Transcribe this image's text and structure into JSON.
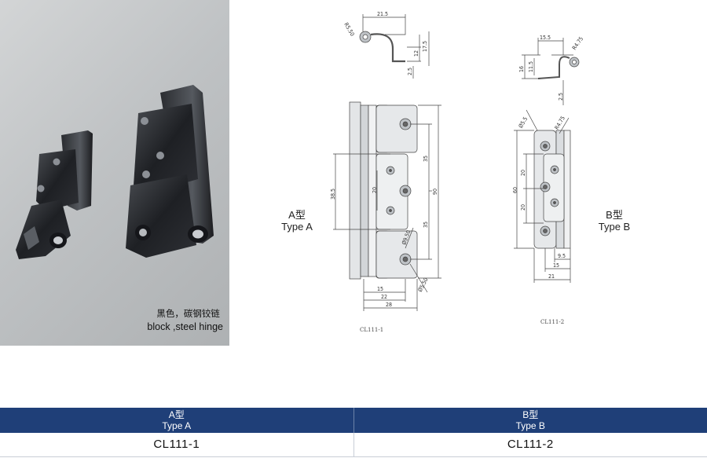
{
  "photo": {
    "caption_cn": "黑色，碳钢铰链",
    "caption_en": "block ,steel hinge"
  },
  "drawing_a": {
    "type_cn": "A型",
    "type_en": "Type  A",
    "code": "CL111-1",
    "dims": {
      "top_width": "21.5",
      "top_radius": "R5.50",
      "h17": "17.5",
      "h12": "12",
      "t25": "2.5",
      "hole_pitch_a": "38.5",
      "pitch20": "20",
      "pitch35a": "35",
      "pitch35b": "35",
      "total90": "90",
      "d950": "Ø9.50",
      "d550": "Ø5.50",
      "w15": "15",
      "w22": "22",
      "w28": "28"
    }
  },
  "drawing_b": {
    "type_cn": "B型",
    "type_en": "Type  B",
    "code": "CL111-2",
    "dims": {
      "top15": "15.5",
      "r475": "R4.75",
      "h16": "16",
      "h115": "11.5",
      "t25": "2.5",
      "d55": "Ø5.5",
      "r475b": "R4.75",
      "h60": "60",
      "h20a": "20",
      "h20b": "20",
      "w95": "9.5",
      "w15": "15",
      "w21": "21"
    }
  },
  "table": {
    "col_a_cn": "A型",
    "col_a_en": "Type  A",
    "col_b_cn": "B型",
    "col_b_en": "Type  B",
    "model_a": "CL111-1",
    "model_b": "CL111-2"
  },
  "colors": {
    "header_bg": "#1f3f78",
    "photo_bg": "#c2c5c7"
  }
}
